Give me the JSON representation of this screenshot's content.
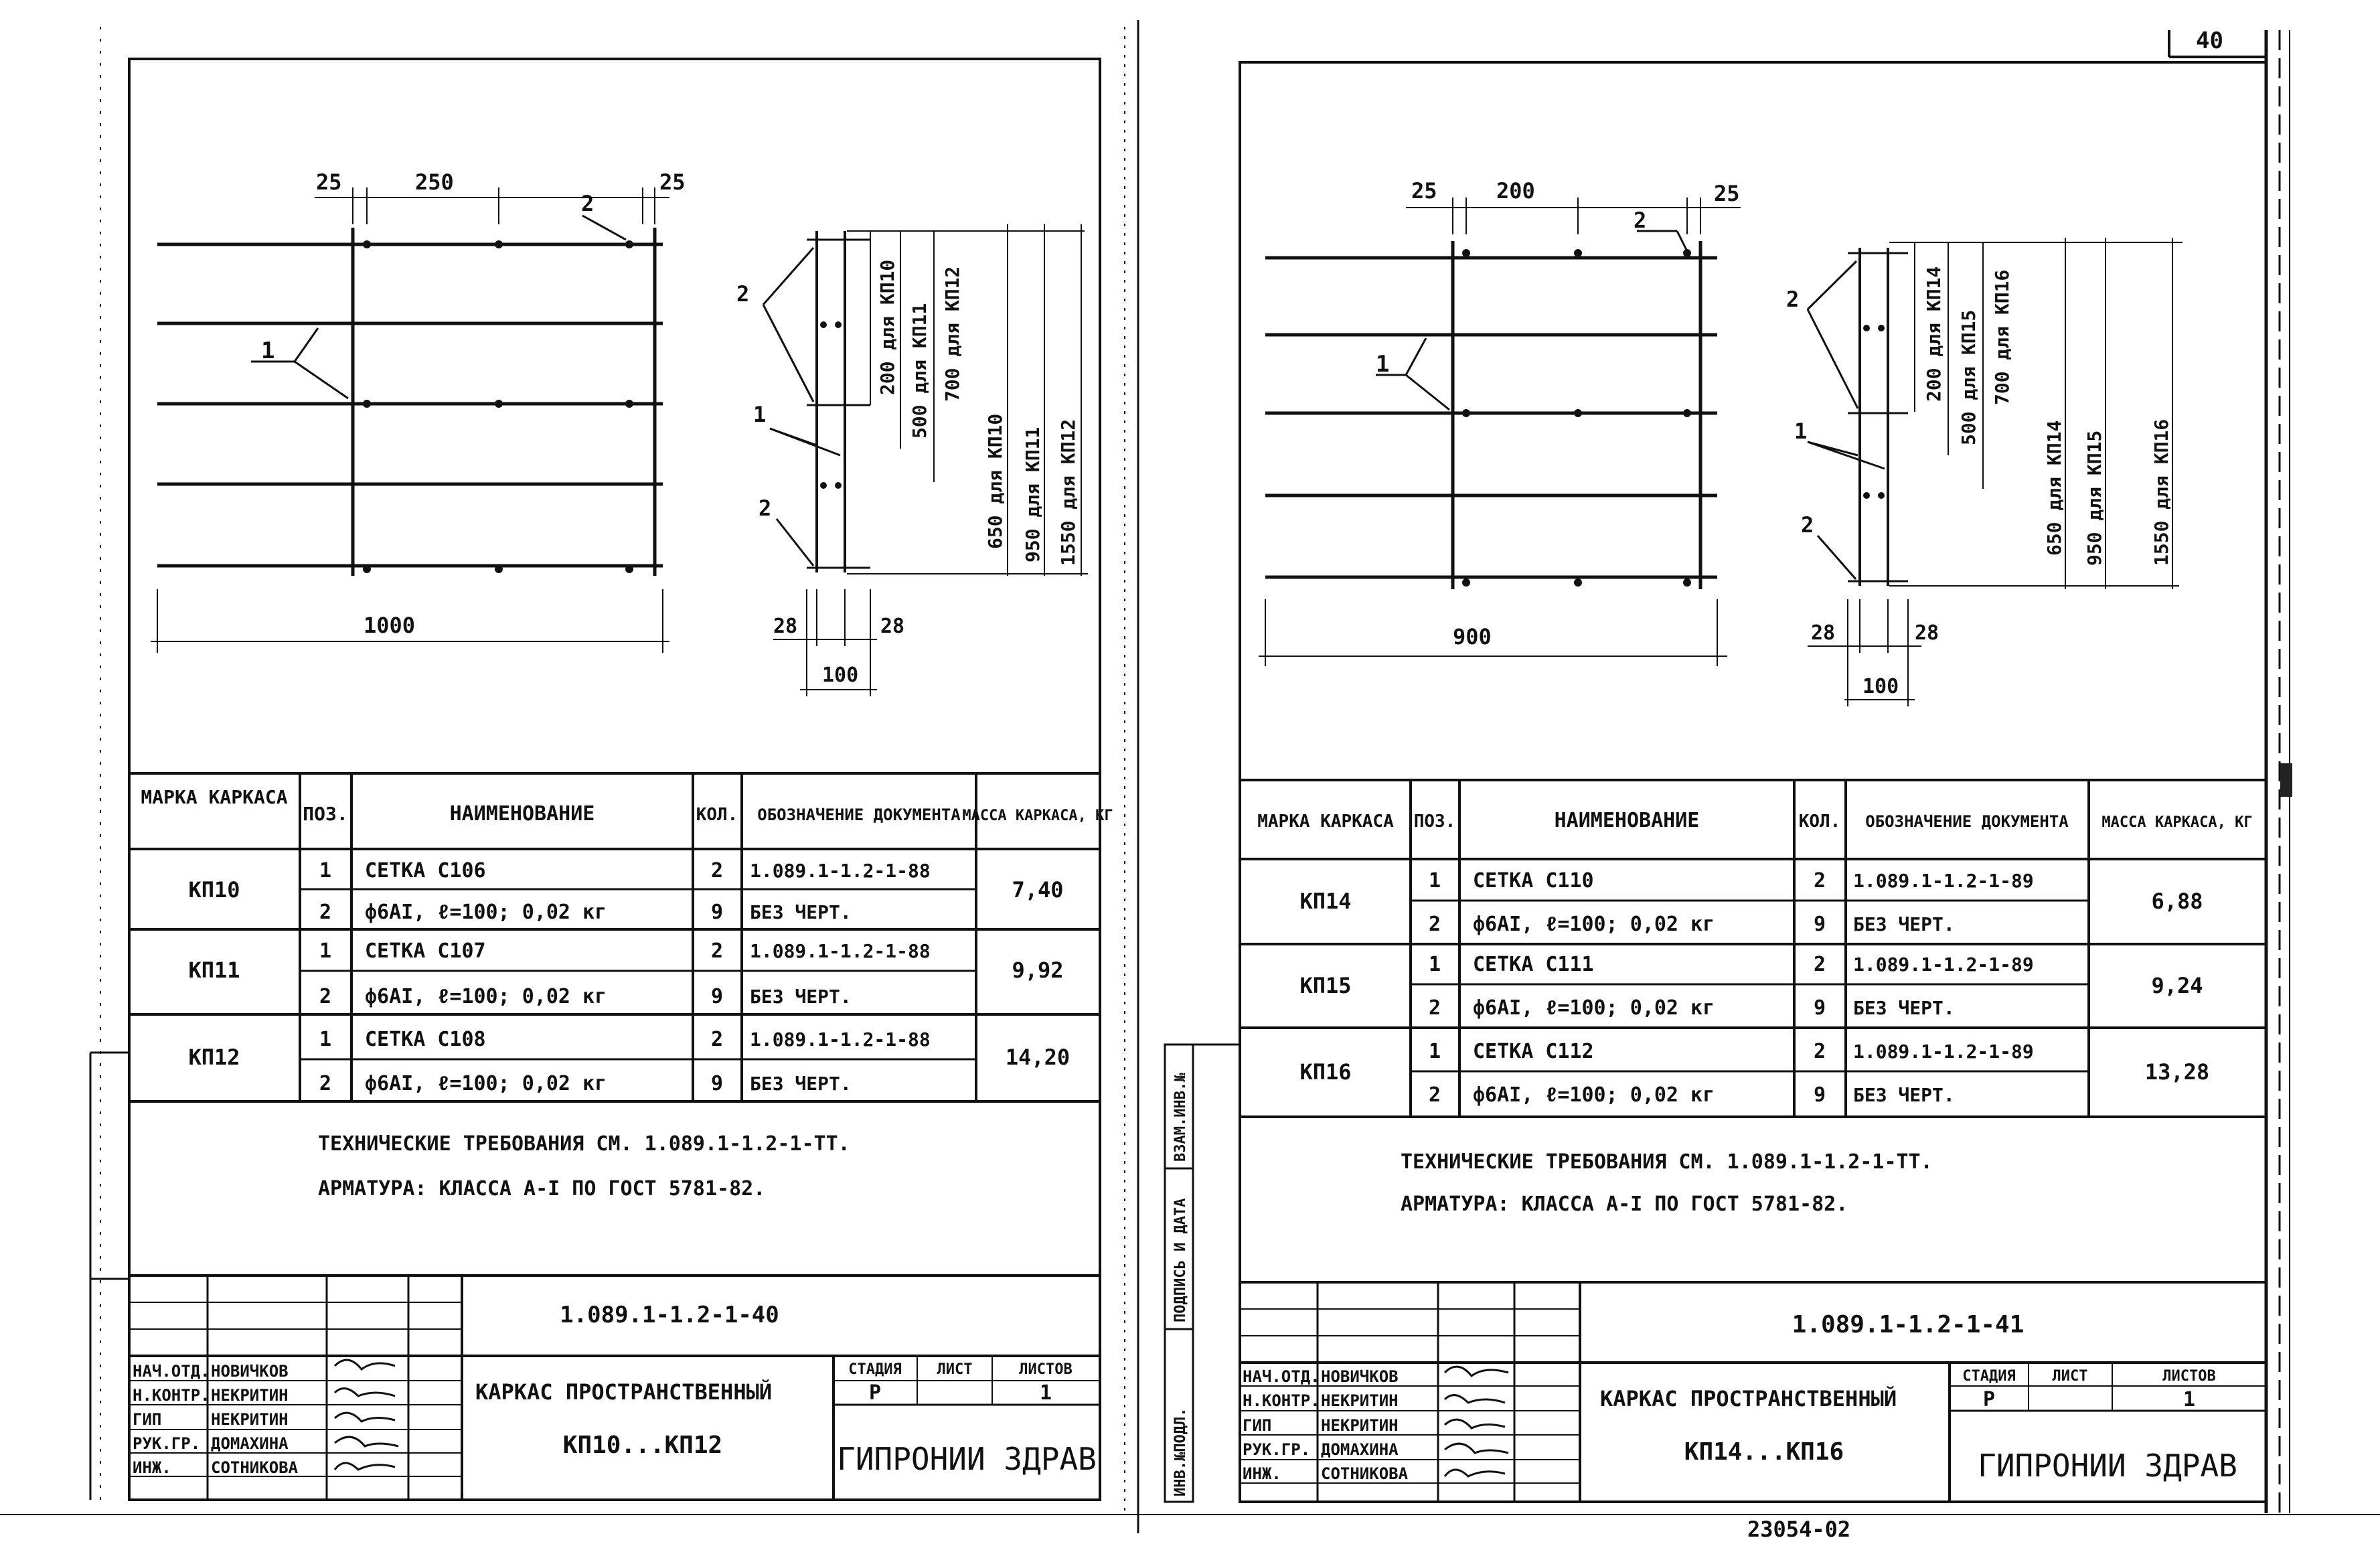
{
  "corner_page_number": "40",
  "bottom_stamp": "23054-02",
  "left_sheet": {
    "drawing": {
      "dim_top_left": "25",
      "dim_top_mid": "250",
      "dim_top_right": "25",
      "callout_2_top": "2",
      "callout_1": "1",
      "dim_width": "1000",
      "side_callout_2a": "2",
      "side_callout_1": "1",
      "side_callout_2b": "2",
      "dim_28_left": "28",
      "dim_28_right": "28",
      "dim_100": "100",
      "vdim": [
        "200 для КП10",
        "500 для КП11",
        "700 для КП12",
        "650 для КП10",
        "950 для КП11",
        "1550 для КП12"
      ]
    },
    "table": {
      "headers": {
        "mark": "МАРКА КАРКАСА",
        "pos": "ПОЗ.",
        "name": "НАИМЕНОВАНИЕ",
        "qty": "КОЛ.",
        "doc": "ОБОЗНАЧЕНИЕ ДОКУМЕНТА",
        "mass": "МАССА КАРКАСА, КГ"
      },
      "groups": [
        {
          "mark": "КП10",
          "mass": "7,40",
          "rows": [
            {
              "pos": "1",
              "name": "СЕТКА С106",
              "qty": "2",
              "doc": "1.089.1-1.2-1-88"
            },
            {
              "pos": "2",
              "name": "ф6АI, ℓ=100; 0,02 кг",
              "qty": "9",
              "doc": "БЕЗ ЧЕРТ."
            }
          ]
        },
        {
          "mark": "КП11",
          "mass": "9,92",
          "rows": [
            {
              "pos": "1",
              "name": "СЕТКА С107",
              "qty": "2",
              "doc": "1.089.1-1.2-1-88"
            },
            {
              "pos": "2",
              "name": "ф6АI, ℓ=100; 0,02 кг",
              "qty": "9",
              "doc": "БЕЗ ЧЕРТ."
            }
          ]
        },
        {
          "mark": "КП12",
          "mass": "14,20",
          "rows": [
            {
              "pos": "1",
              "name": "СЕТКА С108",
              "qty": "2",
              "doc": "1.089.1-1.2-1-88"
            },
            {
              "pos": "2",
              "name": "ф6АI, ℓ=100; 0,02 кг",
              "qty": "9",
              "doc": "БЕЗ ЧЕРТ."
            }
          ]
        }
      ]
    },
    "notes": [
      "ТЕХНИЧЕСКИЕ ТРЕБОВАНИЯ СМ. 1.089.1-1.2-1-ТТ.",
      "АРМАТУРА: КЛАССА А-I ПО ГОСТ 5781-82."
    ],
    "title_block": {
      "doc_number": "1.089.1-1.2-1-40",
      "roles": [
        "НАЧ.ОТД.",
        "Н.КОНТР.",
        "ГИП",
        "РУК.ГР.",
        "ИНЖ."
      ],
      "names": [
        "НОВИЧКОВ",
        "НЕКРИТИН",
        "НЕКРИТИН",
        "ДОМАХИНА",
        "СОТНИКОВА"
      ],
      "title_line1": "КАРКАС ПРОСТРАНСТВЕННЫЙ",
      "title_line2": "КП10...КП12",
      "stage_label": "СТАДИЯ",
      "sheet_label": "ЛИСТ",
      "sheets_label": "ЛИСТОВ",
      "stage": "Р",
      "sheets": "1",
      "org": "ГИПРОНИИ ЗДРАВ"
    }
  },
  "right_sheet": {
    "drawing": {
      "dim_top_left": "25",
      "dim_top_mid": "200",
      "dim_top_right": "25",
      "callout_2_top": "2",
      "callout_1": "1",
      "dim_width": "900",
      "side_callout_2a": "2",
      "side_callout_1": "1",
      "side_callout_2b": "2",
      "dim_28_left": "28",
      "dim_28_right": "28",
      "dim_100": "100",
      "vdim": [
        "200 для КП14",
        "500 для КП15",
        "700 для КП16",
        "650 для КП14",
        "950 для КП15",
        "1550 для КП16"
      ]
    },
    "table": {
      "headers": {
        "mark": "МАРКА КАРКАСА",
        "pos": "ПОЗ.",
        "name": "НАИМЕНОВАНИЕ",
        "qty": "КОЛ.",
        "doc": "ОБОЗНАЧЕНИЕ ДОКУМЕНТА",
        "mass": "МАССА КАРКАСА, КГ"
      },
      "groups": [
        {
          "mark": "КП14",
          "mass": "6,88",
          "rows": [
            {
              "pos": "1",
              "name": "СЕТКА С110",
              "qty": "2",
              "doc": "1.089.1-1.2-1-89"
            },
            {
              "pos": "2",
              "name": "ф6АI, ℓ=100; 0,02 кг",
              "qty": "9",
              "doc": "БЕЗ ЧЕРТ."
            }
          ]
        },
        {
          "mark": "КП15",
          "mass": "9,24",
          "rows": [
            {
              "pos": "1",
              "name": "СЕТКА С111",
              "qty": "2",
              "doc": "1.089.1-1.2-1-89"
            },
            {
              "pos": "2",
              "name": "ф6АI, ℓ=100; 0,02 кг",
              "qty": "9",
              "doc": "БЕЗ ЧЕРТ."
            }
          ]
        },
        {
          "mark": "КП16",
          "mass": "13,28",
          "rows": [
            {
              "pos": "1",
              "name": "СЕТКА С112",
              "qty": "2",
              "doc": "1.089.1-1.2-1-89"
            },
            {
              "pos": "2",
              "name": "ф6АI, ℓ=100; 0,02 кг",
              "qty": "9",
              "doc": "БЕЗ ЧЕРТ."
            }
          ]
        }
      ]
    },
    "notes": [
      "ТЕХНИЧЕСКИЕ ТРЕБОВАНИЯ СМ. 1.089.1-1.2-1-ТТ.",
      "АРМАТУРА: КЛАССА А-I ПО ГОСТ 5781-82."
    ],
    "side_stamp": [
      "ИНВ.№ПОДЛ.",
      "ПОДПИСЬ И ДАТА",
      "ВЗАМ.ИНВ.№"
    ],
    "title_block": {
      "doc_number": "1.089.1-1.2-1-41",
      "roles": [
        "НАЧ.ОТД.",
        "Н.КОНТР.",
        "ГИП",
        "РУК.ГР.",
        "ИНЖ."
      ],
      "names": [
        "НОВИЧКОВ",
        "НЕКРИТИН",
        "НЕКРИТИН",
        "ДОМАХИНА",
        "СОТНИКОВА"
      ],
      "title_line1": "КАРКАС ПРОСТРАНСТВЕННЫЙ",
      "title_line2": "КП14...КП16",
      "stage_label": "СТАДИЯ",
      "sheet_label": "ЛИСТ",
      "sheets_label": "ЛИСТОВ",
      "stage": "Р",
      "sheets": "1",
      "org": "ГИПРОНИИ ЗДРАВ"
    }
  }
}
